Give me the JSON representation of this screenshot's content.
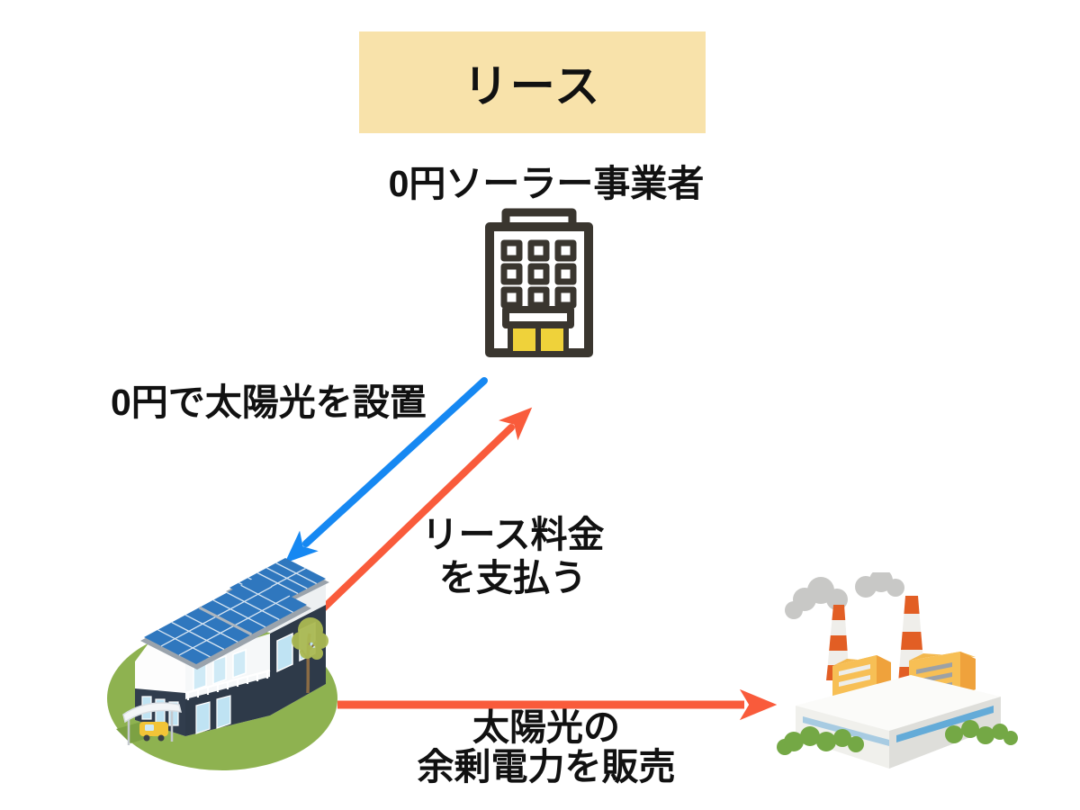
{
  "diagram": {
    "title": "リース",
    "nodes": {
      "operator": {
        "label": "0円ソーラー事業者",
        "icon": "office-building-icon"
      },
      "household": {
        "icon": "solar-house-illustration"
      },
      "power_company": {
        "icon": "power-plant-illustration"
      }
    },
    "flows": [
      {
        "id": "install",
        "label": "0円で太陽光を設置",
        "from": "operator",
        "to": "household",
        "color": "#1688F2",
        "direction": "diagonal-down-left"
      },
      {
        "id": "lease-fee",
        "label": "リース料金\nを支払う",
        "from": "household",
        "to": "operator",
        "color": "#F95B3B",
        "direction": "diagonal-up-right"
      },
      {
        "id": "sell-surplus",
        "label": "太陽光の\n余剰電力を販売",
        "from": "household",
        "to": "power_company",
        "color": "#F95B3B",
        "direction": "horizontal-right"
      }
    ]
  },
  "colors": {
    "accent-blue": "#1688F2",
    "accent-red": "#F95B3B",
    "title-bg": "#F8E2AA",
    "text": "#111111"
  }
}
